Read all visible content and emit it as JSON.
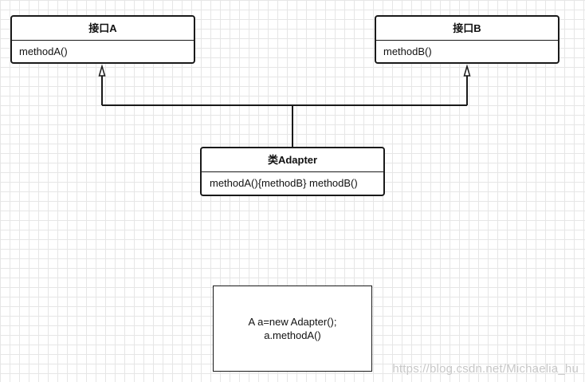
{
  "interface_a": {
    "title": "接口A",
    "method": "methodA()"
  },
  "interface_b": {
    "title": "接口B",
    "method": "methodB()"
  },
  "adapter_class": {
    "title": "类Adapter",
    "method": "methodA(){methodB}  methodB()"
  },
  "note": {
    "line1": "A a=new Adapter();",
    "line2": "a.methodA()"
  },
  "watermark": "https://blog.csdn.net/Michaelia_hu",
  "colors": {
    "line": "#1a1a1a",
    "grid": "#e6e6e6",
    "watermark": "#c8c8c8"
  }
}
